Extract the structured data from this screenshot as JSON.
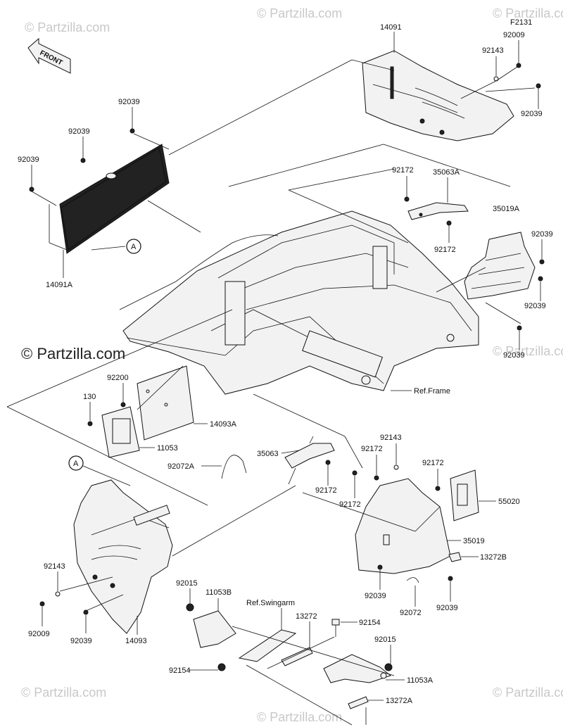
{
  "watermark": {
    "text": "© Partzilla.com",
    "prominent_text": "© Partzilla.com"
  },
  "diagram_code": "F2131",
  "front_arrow_label": "FRONT",
  "callouts": {
    "A_upper": "A",
    "A_lower": "A"
  },
  "parts": [
    {
      "id": "p14091",
      "label": "14091"
    },
    {
      "id": "p92009_top",
      "label": "92009"
    },
    {
      "id": "p92143_top",
      "label": "92143"
    },
    {
      "id": "p92039_tr",
      "label": "92039"
    },
    {
      "id": "p92039_a",
      "label": "92039"
    },
    {
      "id": "p92039_b",
      "label": "92039"
    },
    {
      "id": "p92039_c",
      "label": "92039"
    },
    {
      "id": "p14091A",
      "label": "14091A"
    },
    {
      "id": "p92172_a",
      "label": "92172"
    },
    {
      "id": "p35063A",
      "label": "35063A"
    },
    {
      "id": "p35019A",
      "label": "35019A"
    },
    {
      "id": "p92172_b",
      "label": "92172"
    },
    {
      "id": "p92039_r1",
      "label": "92039"
    },
    {
      "id": "p92039_r2",
      "label": "92039"
    },
    {
      "id": "p92039_r3",
      "label": "92039"
    },
    {
      "id": "pRefFrame",
      "label": "Ref.Frame"
    },
    {
      "id": "p92200",
      "label": "92200"
    },
    {
      "id": "p130",
      "label": "130"
    },
    {
      "id": "p14093A",
      "label": "14093A"
    },
    {
      "id": "p11053",
      "label": "11053"
    },
    {
      "id": "p92072A",
      "label": "92072A"
    },
    {
      "id": "p35063",
      "label": "35063"
    },
    {
      "id": "p92143_m",
      "label": "92143"
    },
    {
      "id": "p92172_c",
      "label": "92172"
    },
    {
      "id": "p92172_d",
      "label": "92172"
    },
    {
      "id": "p92172_e",
      "label": "92172"
    },
    {
      "id": "p92172_f",
      "label": "92172"
    },
    {
      "id": "p55020",
      "label": "55020"
    },
    {
      "id": "p35019",
      "label": "35019"
    },
    {
      "id": "p13272B",
      "label": "13272B"
    },
    {
      "id": "p92039_m1",
      "label": "92039"
    },
    {
      "id": "p92072",
      "label": "92072"
    },
    {
      "id": "p92039_m2",
      "label": "92039"
    },
    {
      "id": "p92143_l",
      "label": "92143"
    },
    {
      "id": "p92009_l",
      "label": "92009"
    },
    {
      "id": "p92039_l",
      "label": "92039"
    },
    {
      "id": "p14093",
      "label": "14093"
    },
    {
      "id": "p92015_a",
      "label": "92015"
    },
    {
      "id": "p11053B",
      "label": "11053B"
    },
    {
      "id": "pRefSwingarm",
      "label": "Ref.Swingarm"
    },
    {
      "id": "p13272",
      "label": "13272"
    },
    {
      "id": "p92154_a",
      "label": "92154"
    },
    {
      "id": "p92154_b",
      "label": "92154"
    },
    {
      "id": "p92015_b",
      "label": "92015"
    },
    {
      "id": "p11053A",
      "label": "11053A"
    },
    {
      "id": "p13272A",
      "label": "13272A"
    }
  ]
}
